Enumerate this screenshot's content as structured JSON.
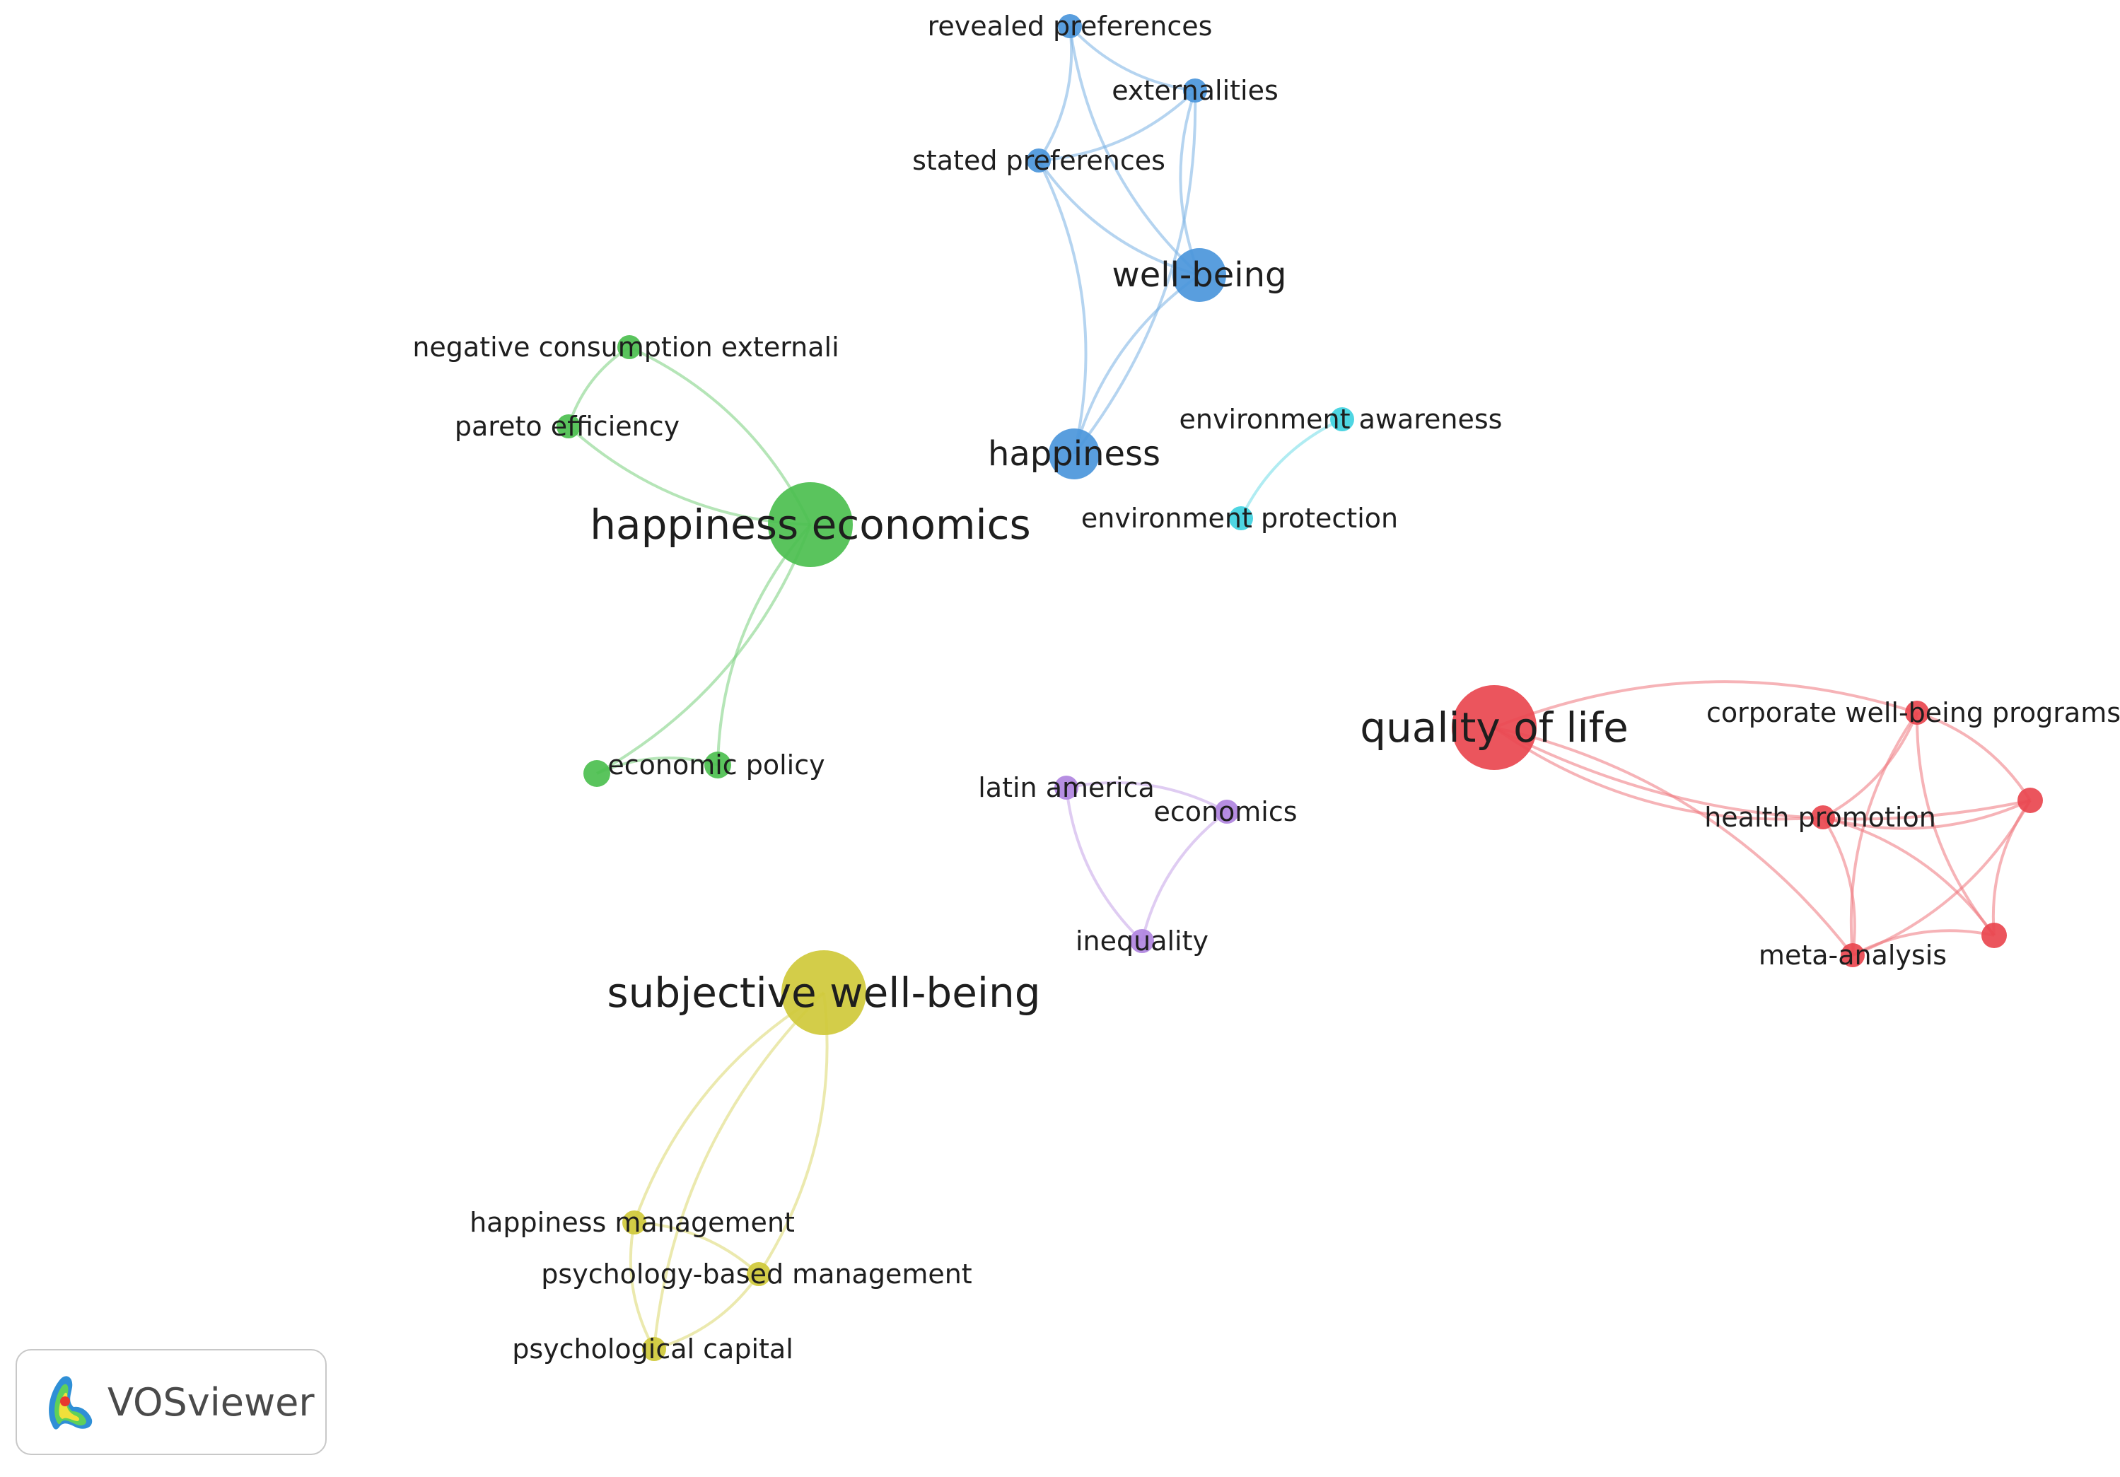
{
  "network": {
    "colors": {
      "red": "#e9474f",
      "green": "#4cbf4f",
      "blue": "#4b96db",
      "yellow": "#cfc93a",
      "purple": "#b084e0",
      "cyan": "#3fd1e0"
    },
    "nodes": [
      {
        "id": "revealed_preferences",
        "label": "revealed preferences",
        "cluster": "blue"
      },
      {
        "id": "externalities",
        "label": "externalities",
        "cluster": "blue"
      },
      {
        "id": "stated_preferences",
        "label": "stated preferences",
        "cluster": "blue"
      },
      {
        "id": "well_being",
        "label": "well-being",
        "cluster": "blue"
      },
      {
        "id": "happiness",
        "label": "happiness",
        "cluster": "blue"
      },
      {
        "id": "negative_consumption",
        "label": "negative consumption externali",
        "cluster": "green"
      },
      {
        "id": "pareto_efficiency",
        "label": "pareto efficiency",
        "cluster": "green"
      },
      {
        "id": "happiness_economics",
        "label": "happiness economics",
        "cluster": "green"
      },
      {
        "id": "green_unlabeled",
        "label": "",
        "cluster": "green"
      },
      {
        "id": "economic_policy",
        "label": "economic policy",
        "cluster": "green"
      },
      {
        "id": "environment_awareness",
        "label": "environment awareness",
        "cluster": "cyan"
      },
      {
        "id": "environment_protection",
        "label": "environment protection",
        "cluster": "cyan"
      },
      {
        "id": "quality_of_life",
        "label": "quality of life",
        "cluster": "red"
      },
      {
        "id": "corporate_wellbeing",
        "label": "corporate well-being programs",
        "cluster": "red"
      },
      {
        "id": "health_promotion",
        "label": "health promotion",
        "cluster": "red"
      },
      {
        "id": "meta_analysis",
        "label": "meta-analysis",
        "cluster": "red"
      },
      {
        "id": "red_unlabeled_1",
        "label": "",
        "cluster": "red"
      },
      {
        "id": "red_unlabeled_2",
        "label": "",
        "cluster": "red"
      },
      {
        "id": "latin_america",
        "label": "latin america",
        "cluster": "purple"
      },
      {
        "id": "economics",
        "label": "economics",
        "cluster": "purple"
      },
      {
        "id": "inequality",
        "label": "inequality",
        "cluster": "purple"
      },
      {
        "id": "subjective_wellbeing",
        "label": "subjective well-being",
        "cluster": "yellow"
      },
      {
        "id": "happiness_management",
        "label": "happiness management",
        "cluster": "yellow"
      },
      {
        "id": "psychology_based_management",
        "label": "psychology-based management",
        "cluster": "yellow"
      },
      {
        "id": "psychological_capital",
        "label": "psychological capital",
        "cluster": "yellow"
      }
    ],
    "edges": [
      [
        "revealed_preferences",
        "externalities"
      ],
      [
        "revealed_preferences",
        "stated_preferences"
      ],
      [
        "revealed_preferences",
        "well_being"
      ],
      [
        "externalities",
        "stated_preferences"
      ],
      [
        "externalities",
        "well_being"
      ],
      [
        "externalities",
        "happiness"
      ],
      [
        "stated_preferences",
        "well_being"
      ],
      [
        "stated_preferences",
        "happiness"
      ],
      [
        "well_being",
        "happiness"
      ],
      [
        "well_being",
        "environment_awareness"
      ],
      [
        "well_being",
        "environment_protection"
      ],
      [
        "well_being",
        "quality_of_life"
      ],
      [
        "well_being",
        "subjective_wellbeing"
      ],
      [
        "happiness",
        "happiness_economics"
      ],
      [
        "happiness",
        "quality_of_life"
      ],
      [
        "happiness",
        "latin_america"
      ],
      [
        "happiness",
        "economics"
      ],
      [
        "happiness",
        "inequality"
      ],
      [
        "negative_consumption",
        "pareto_efficiency"
      ],
      [
        "negative_consumption",
        "happiness_economics"
      ],
      [
        "pareto_efficiency",
        "happiness_economics"
      ],
      [
        "happiness_economics",
        "environment_awareness"
      ],
      [
        "happiness_economics",
        "environment_protection"
      ],
      [
        "happiness_economics",
        "quality_of_life"
      ],
      [
        "happiness_economics",
        "subjective_wellbeing"
      ],
      [
        "happiness_economics",
        "green_unlabeled"
      ],
      [
        "happiness_economics",
        "economic_policy"
      ],
      [
        "green_unlabeled",
        "economic_policy"
      ],
      [
        "green_unlabeled",
        "subjective_wellbeing"
      ],
      [
        "economic_policy",
        "subjective_wellbeing"
      ],
      [
        "environment_awareness",
        "environment_protection"
      ],
      [
        "environment_awareness",
        "quality_of_life"
      ],
      [
        "environment_protection",
        "quality_of_life"
      ],
      [
        "quality_of_life",
        "corporate_wellbeing"
      ],
      [
        "quality_of_life",
        "health_promotion"
      ],
      [
        "quality_of_life",
        "meta_analysis"
      ],
      [
        "quality_of_life",
        "red_unlabeled_1"
      ],
      [
        "quality_of_life",
        "latin_america"
      ],
      [
        "quality_of_life",
        "economics"
      ],
      [
        "quality_of_life",
        "inequality"
      ],
      [
        "quality_of_life",
        "subjective_wellbeing"
      ],
      [
        "corporate_wellbeing",
        "health_promotion"
      ],
      [
        "corporate_wellbeing",
        "meta_analysis"
      ],
      [
        "corporate_wellbeing",
        "red_unlabeled_1"
      ],
      [
        "corporate_wellbeing",
        "red_unlabeled_2"
      ],
      [
        "health_promotion",
        "meta_analysis"
      ],
      [
        "health_promotion",
        "red_unlabeled_1"
      ],
      [
        "health_promotion",
        "red_unlabeled_2"
      ],
      [
        "meta_analysis",
        "red_unlabeled_1"
      ],
      [
        "meta_analysis",
        "red_unlabeled_2"
      ],
      [
        "red_unlabeled_1",
        "red_unlabeled_2"
      ],
      [
        "latin_america",
        "economics"
      ],
      [
        "latin_america",
        "inequality"
      ],
      [
        "latin_america",
        "subjective_wellbeing"
      ],
      [
        "economics",
        "inequality"
      ],
      [
        "inequality",
        "subjective_wellbeing"
      ],
      [
        "subjective_wellbeing",
        "happiness_management"
      ],
      [
        "subjective_wellbeing",
        "psychology_based_management"
      ],
      [
        "subjective_wellbeing",
        "psychological_capital"
      ],
      [
        "happiness_management",
        "psychology_based_management"
      ],
      [
        "happiness_management",
        "psychological_capital"
      ],
      [
        "psychology_based_management",
        "psychological_capital"
      ]
    ]
  },
  "badge": {
    "text": "VOSviewer",
    "logo_icon": "vosviewer-logo-icon"
  }
}
